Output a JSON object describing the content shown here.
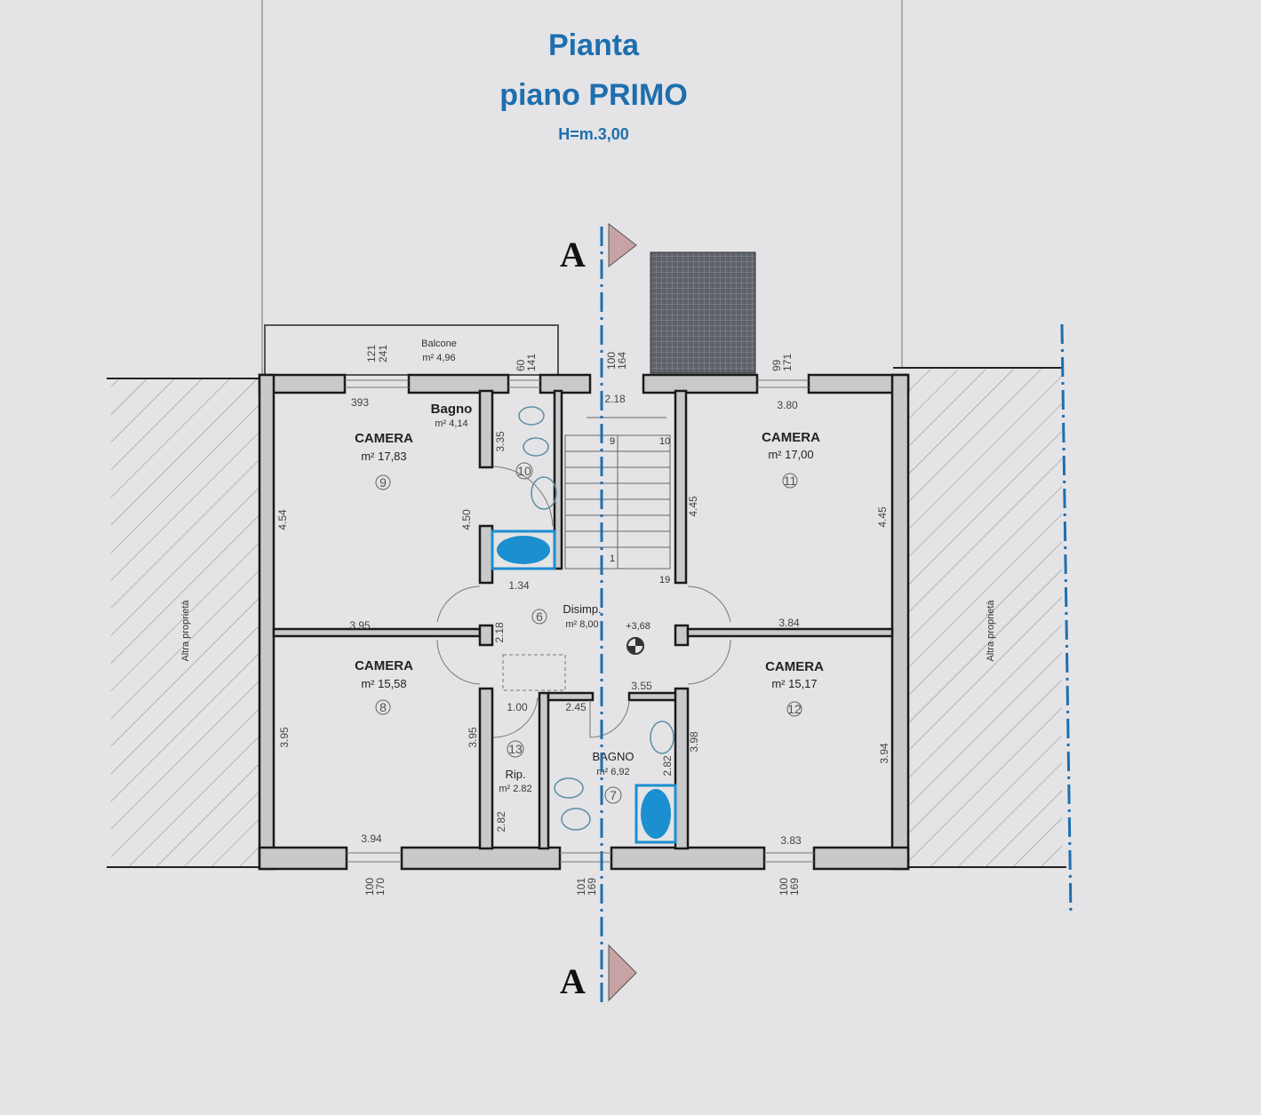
{
  "title": {
    "line1": "Pianta",
    "line2": "piano PRIMO",
    "height": "H=m.3,00"
  },
  "section_label": "A",
  "neighbors": {
    "left": "Altra proprietà",
    "right": "Altra proprietà"
  },
  "balcony": {
    "name": "Balcone",
    "area": "m² 4,96"
  },
  "rooms": [
    {
      "name": "CAMERA",
      "area": "m² 17,83",
      "number": "9"
    },
    {
      "name": "Bagno",
      "area": "m² 4,14",
      "number": "10"
    },
    {
      "name": "CAMERA",
      "area": "m² 17,00",
      "number": "11"
    },
    {
      "name": "Disimp.",
      "area": "m² 8,00",
      "number": "6"
    },
    {
      "name": "CAMERA",
      "area": "m² 15,58",
      "number": "8"
    },
    {
      "name": "Rip.",
      "area": "m² 2.82",
      "number": "13"
    },
    {
      "name": "BAGNO",
      "area": "m² 6,92",
      "number": "7"
    },
    {
      "name": "CAMERA",
      "area": "m² 15,17",
      "number": "12"
    }
  ],
  "elevation": "+3,68",
  "dimensions": {
    "d393": "393",
    "d2_18_top": "2.18",
    "d3_80": "3.80",
    "d3_35": "3.35",
    "d4_50": "4.50",
    "d4_54": "4.54",
    "d1_34": "1.34",
    "d4_45a": "4.45",
    "d4_45b": "4.45",
    "d3_95a": "3.95",
    "d3_84": "3.84",
    "d2_18": "2.18",
    "d3_55": "3.55",
    "d1_00": "1.00",
    "d2_45": "2.45",
    "d3_95b": "3.95",
    "d3_95c": "3.95",
    "d2_82a": "2.82",
    "d2_82b": "2.82",
    "d3_98": "3.98",
    "d3_94v": "3.94",
    "d3_94": "3.94",
    "d3_83": "3.83",
    "stair_9": "9",
    "stair_10": "10",
    "stair_1": "1",
    "stair_19": "19"
  },
  "windows": {
    "w1": [
      "121",
      "241"
    ],
    "w2": [
      "60",
      "141"
    ],
    "w3": [
      "100",
      "164"
    ],
    "w4": [
      "99",
      "171"
    ],
    "w5": [
      "100",
      "170"
    ],
    "w6": [
      "101",
      "169"
    ],
    "w7": [
      "100",
      "169"
    ]
  }
}
